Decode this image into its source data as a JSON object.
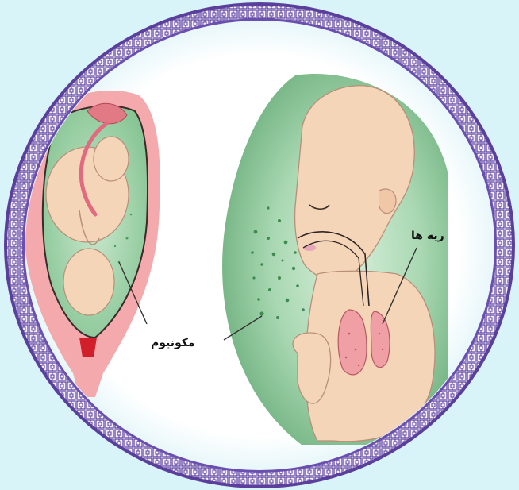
{
  "labels": {
    "meconium": "مکونیوم",
    "lungs": "ریه ها"
  },
  "colors": {
    "background": "#d9f4f8",
    "frame_outer": "#5a3f9c",
    "frame_inner": "#6a4fb0",
    "frame_pattern_bg": "#f2eefb",
    "uterus_wall": "#f4a9ad",
    "amniotic_fluid": "#8cc99a",
    "fetus_skin": "#f5d5b8",
    "fetus_outline": "#b88f78",
    "lungs": "#f0a0a5",
    "cervix_red": "#d01e2b",
    "leader_line": "#333333"
  },
  "icons": {
    "frame": "ornamental-circular-frame",
    "uterus": "uterus-with-fetus-illustration",
    "fetus_closeup": "fetus-breathing-meconium-illustration"
  }
}
